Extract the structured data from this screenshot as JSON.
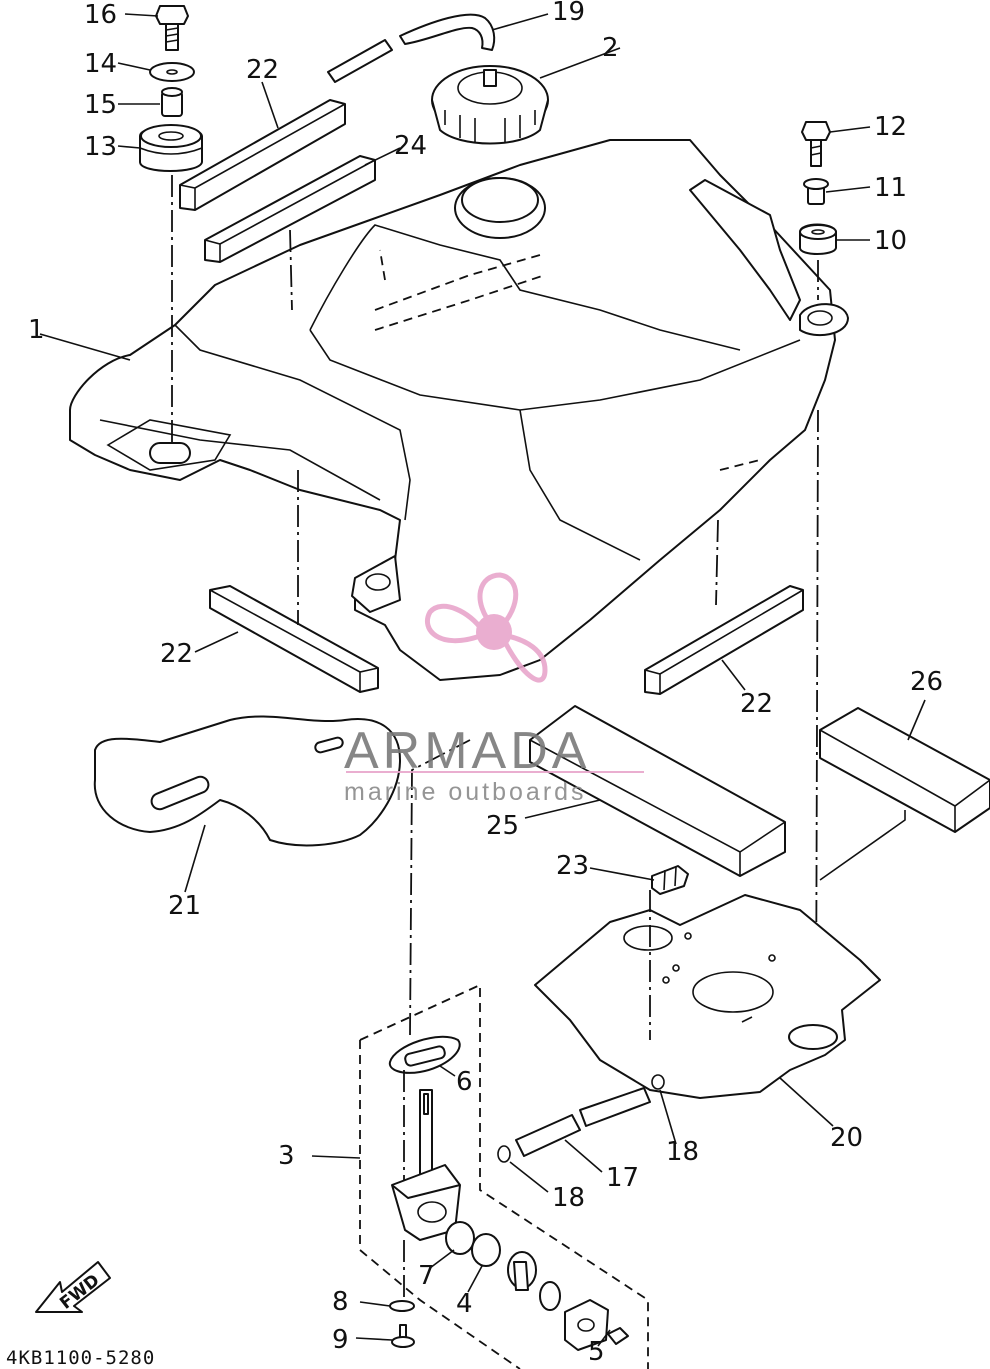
{
  "diagram": {
    "part_labels": {
      "p1": "1",
      "p2": "2",
      "p3": "3",
      "p4": "4",
      "p5": "5",
      "p6": "6",
      "p7": "7",
      "p8": "8",
      "p9": "9",
      "p10": "10",
      "p11": "11",
      "p12": "12",
      "p13": "13",
      "p14": "14",
      "p15": "15",
      "p16": "16",
      "p17": "17",
      "p18a": "18",
      "p18b": "18",
      "p19": "19",
      "p20": "20",
      "p21": "21",
      "p22a": "22",
      "p22b": "22",
      "p22c": "22",
      "p23": "23",
      "p24": "24",
      "p25": "25",
      "p26": "26"
    },
    "diagram_code": "4KB1100-5280",
    "fwd_label": "FWD"
  },
  "watermark": {
    "brand": "ARMADA",
    "tagline": "marine outboards",
    "logo_color": "#e8a6cc"
  }
}
